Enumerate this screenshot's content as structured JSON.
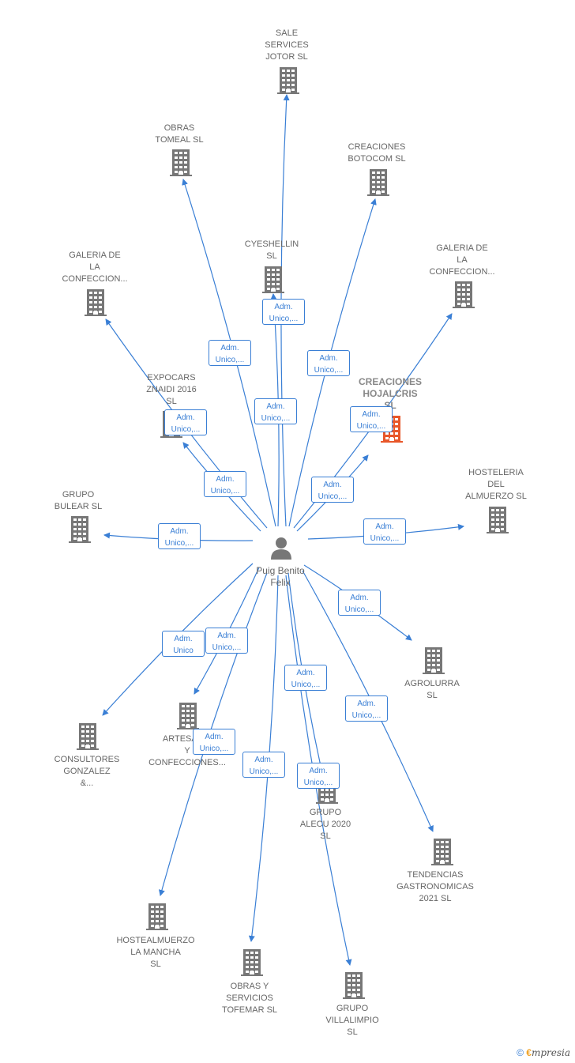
{
  "center": {
    "name": "Puig Benito\nFelix"
  },
  "companies": [
    {
      "id": "sale",
      "name": "SALE\nSERVICES\nJOTOR  SL"
    },
    {
      "id": "obras-tomeal",
      "name": "OBRAS\nTOMEAL SL"
    },
    {
      "id": "botocom",
      "name": "CREACIONES\nBOTOCOM  SL"
    },
    {
      "id": "cyeshellin",
      "name": "CYESHELLIN\nSL"
    },
    {
      "id": "galeria-left",
      "name": "GALERIA DE\nLA\nCONFECCION..."
    },
    {
      "id": "galeria-right",
      "name": "GALERIA DE\nLA\nCONFECCION..."
    },
    {
      "id": "expocars",
      "name": "EXPOCARS\nZNAIDI 2016\nSL"
    },
    {
      "id": "hojalcris",
      "name": "CREACIONES\nHOJALCRIS\nSL",
      "highlight": true
    },
    {
      "id": "bulear",
      "name": "GRUPO\nBULEAR  SL"
    },
    {
      "id": "hosteleria",
      "name": "HOSTELERIA\nDEL\nALMUERZO  SL"
    },
    {
      "id": "agrolurra",
      "name": "AGROLURRA\nSL"
    },
    {
      "id": "consultores",
      "name": "CONSULTORES\nGONZALEZ\n&..."
    },
    {
      "id": "artesania",
      "name": "ARTESANIA\nY\nCONFECCIONES..."
    },
    {
      "id": "alecu",
      "name": "GRUPO\nALECU 2020\nSL"
    },
    {
      "id": "tendencias",
      "name": "TENDENCIAS\nGASTRONOMICAS\n2021  SL"
    },
    {
      "id": "hostealmuerzo",
      "name": "HOSTEALMUERZO\nLA MANCHA\nSL"
    },
    {
      "id": "tofemar",
      "name": "OBRAS Y\nSERVICIOS\nTOFEMAR  SL"
    },
    {
      "id": "villalimpio",
      "name": "GRUPO\nVILLALIMPIO\nSL"
    }
  ],
  "edges": [
    {
      "to": "sale",
      "label": "Adm.\nUnico,..."
    },
    {
      "to": "obras-tomeal",
      "label": "Adm.\nUnico,..."
    },
    {
      "to": "botocom",
      "label": "Adm.\nUnico,..."
    },
    {
      "to": "cyeshellin",
      "label": "Adm.\nUnico,..."
    },
    {
      "to": "galeria-left",
      "label": "Adm.\nUnico,..."
    },
    {
      "to": "galeria-right",
      "label": "Adm.\nUnico,..."
    },
    {
      "to": "expocars",
      "label": "Adm.\nUnico,..."
    },
    {
      "to": "hojalcris",
      "label": "Adm.\nUnico,..."
    },
    {
      "to": "bulear",
      "label": "Adm.\nUnico,..."
    },
    {
      "to": "hosteleria",
      "label": "Adm.\nUnico,..."
    },
    {
      "to": "agrolurra",
      "label": "Adm.\nUnico,..."
    },
    {
      "to": "consultores",
      "label": "Adm.\nUnico"
    },
    {
      "to": "artesania",
      "label": "Adm.\nUnico,..."
    },
    {
      "to": "alecu",
      "label": "Adm.\nUnico,..."
    },
    {
      "to": "tendencias",
      "label": "Adm.\nUnico,..."
    },
    {
      "to": "hostealmuerzo",
      "label": "Adm.\nUnico,..."
    },
    {
      "to": "tofemar",
      "label": "Adm.\nUnico,..."
    },
    {
      "to": "villalimpio",
      "label": "Adm.\nUnico,..."
    }
  ],
  "colors": {
    "edge": "#3a7fd5",
    "building": "#777777",
    "highlight": "#e8572a"
  },
  "footer": {
    "copyright": "©",
    "brand_e": "€",
    "brand": "mpresia"
  }
}
